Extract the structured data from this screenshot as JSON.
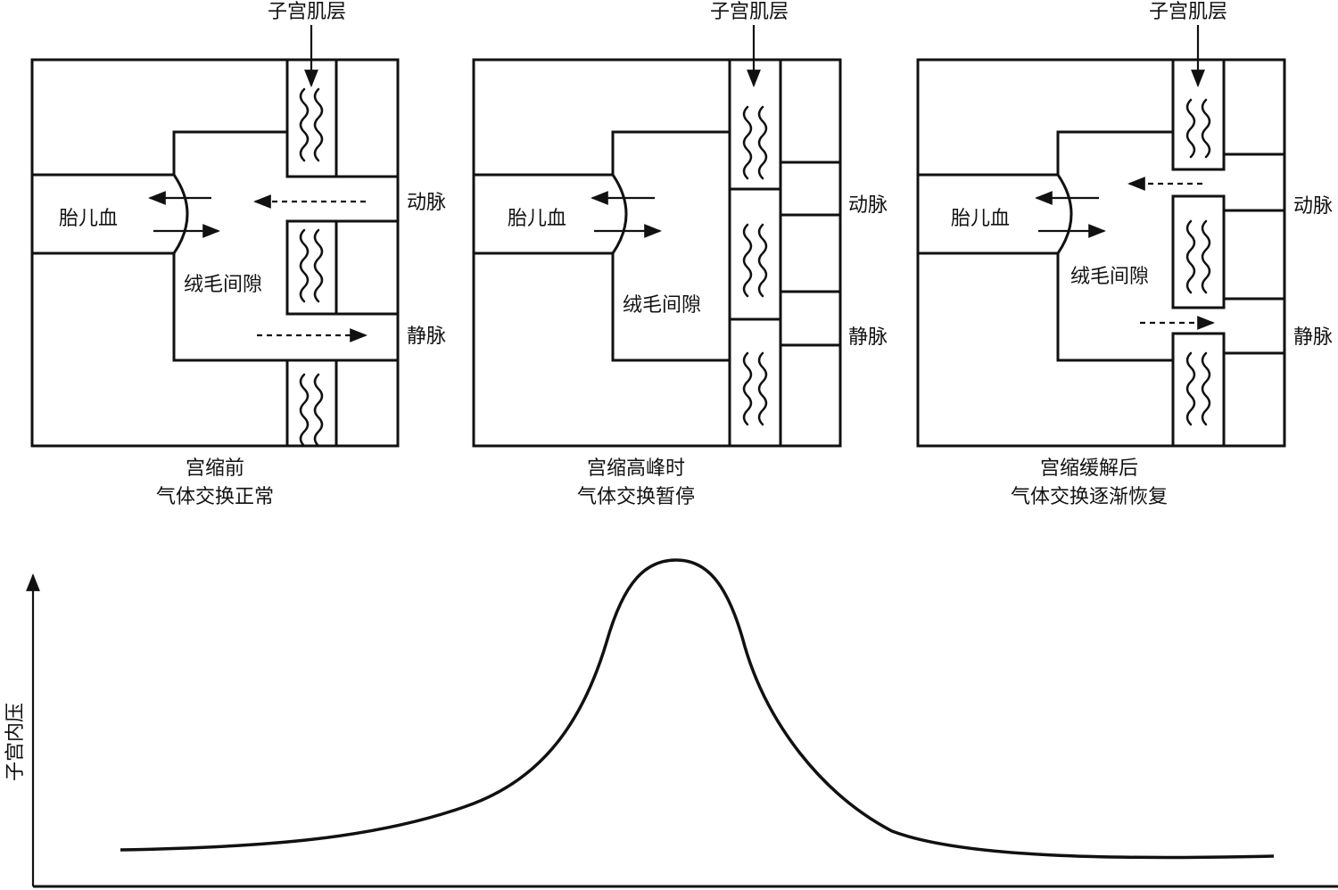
{
  "labels": {
    "myometrium": "子宫肌层",
    "fetal_blood": "胎儿血",
    "intervillous_space": "绒毛间隙",
    "artery": "动脉",
    "vein": "静脉",
    "y_axis": "子宫内压"
  },
  "panels": [
    {
      "caption_line1": "宫缩前",
      "caption_line2": "气体交换正常"
    },
    {
      "caption_line1": "宫缩高峰时",
      "caption_line2": "气体交换暂停"
    },
    {
      "caption_line1": "宫缩缓解后",
      "caption_line2": "气体交换逐渐恢复"
    }
  ]
}
